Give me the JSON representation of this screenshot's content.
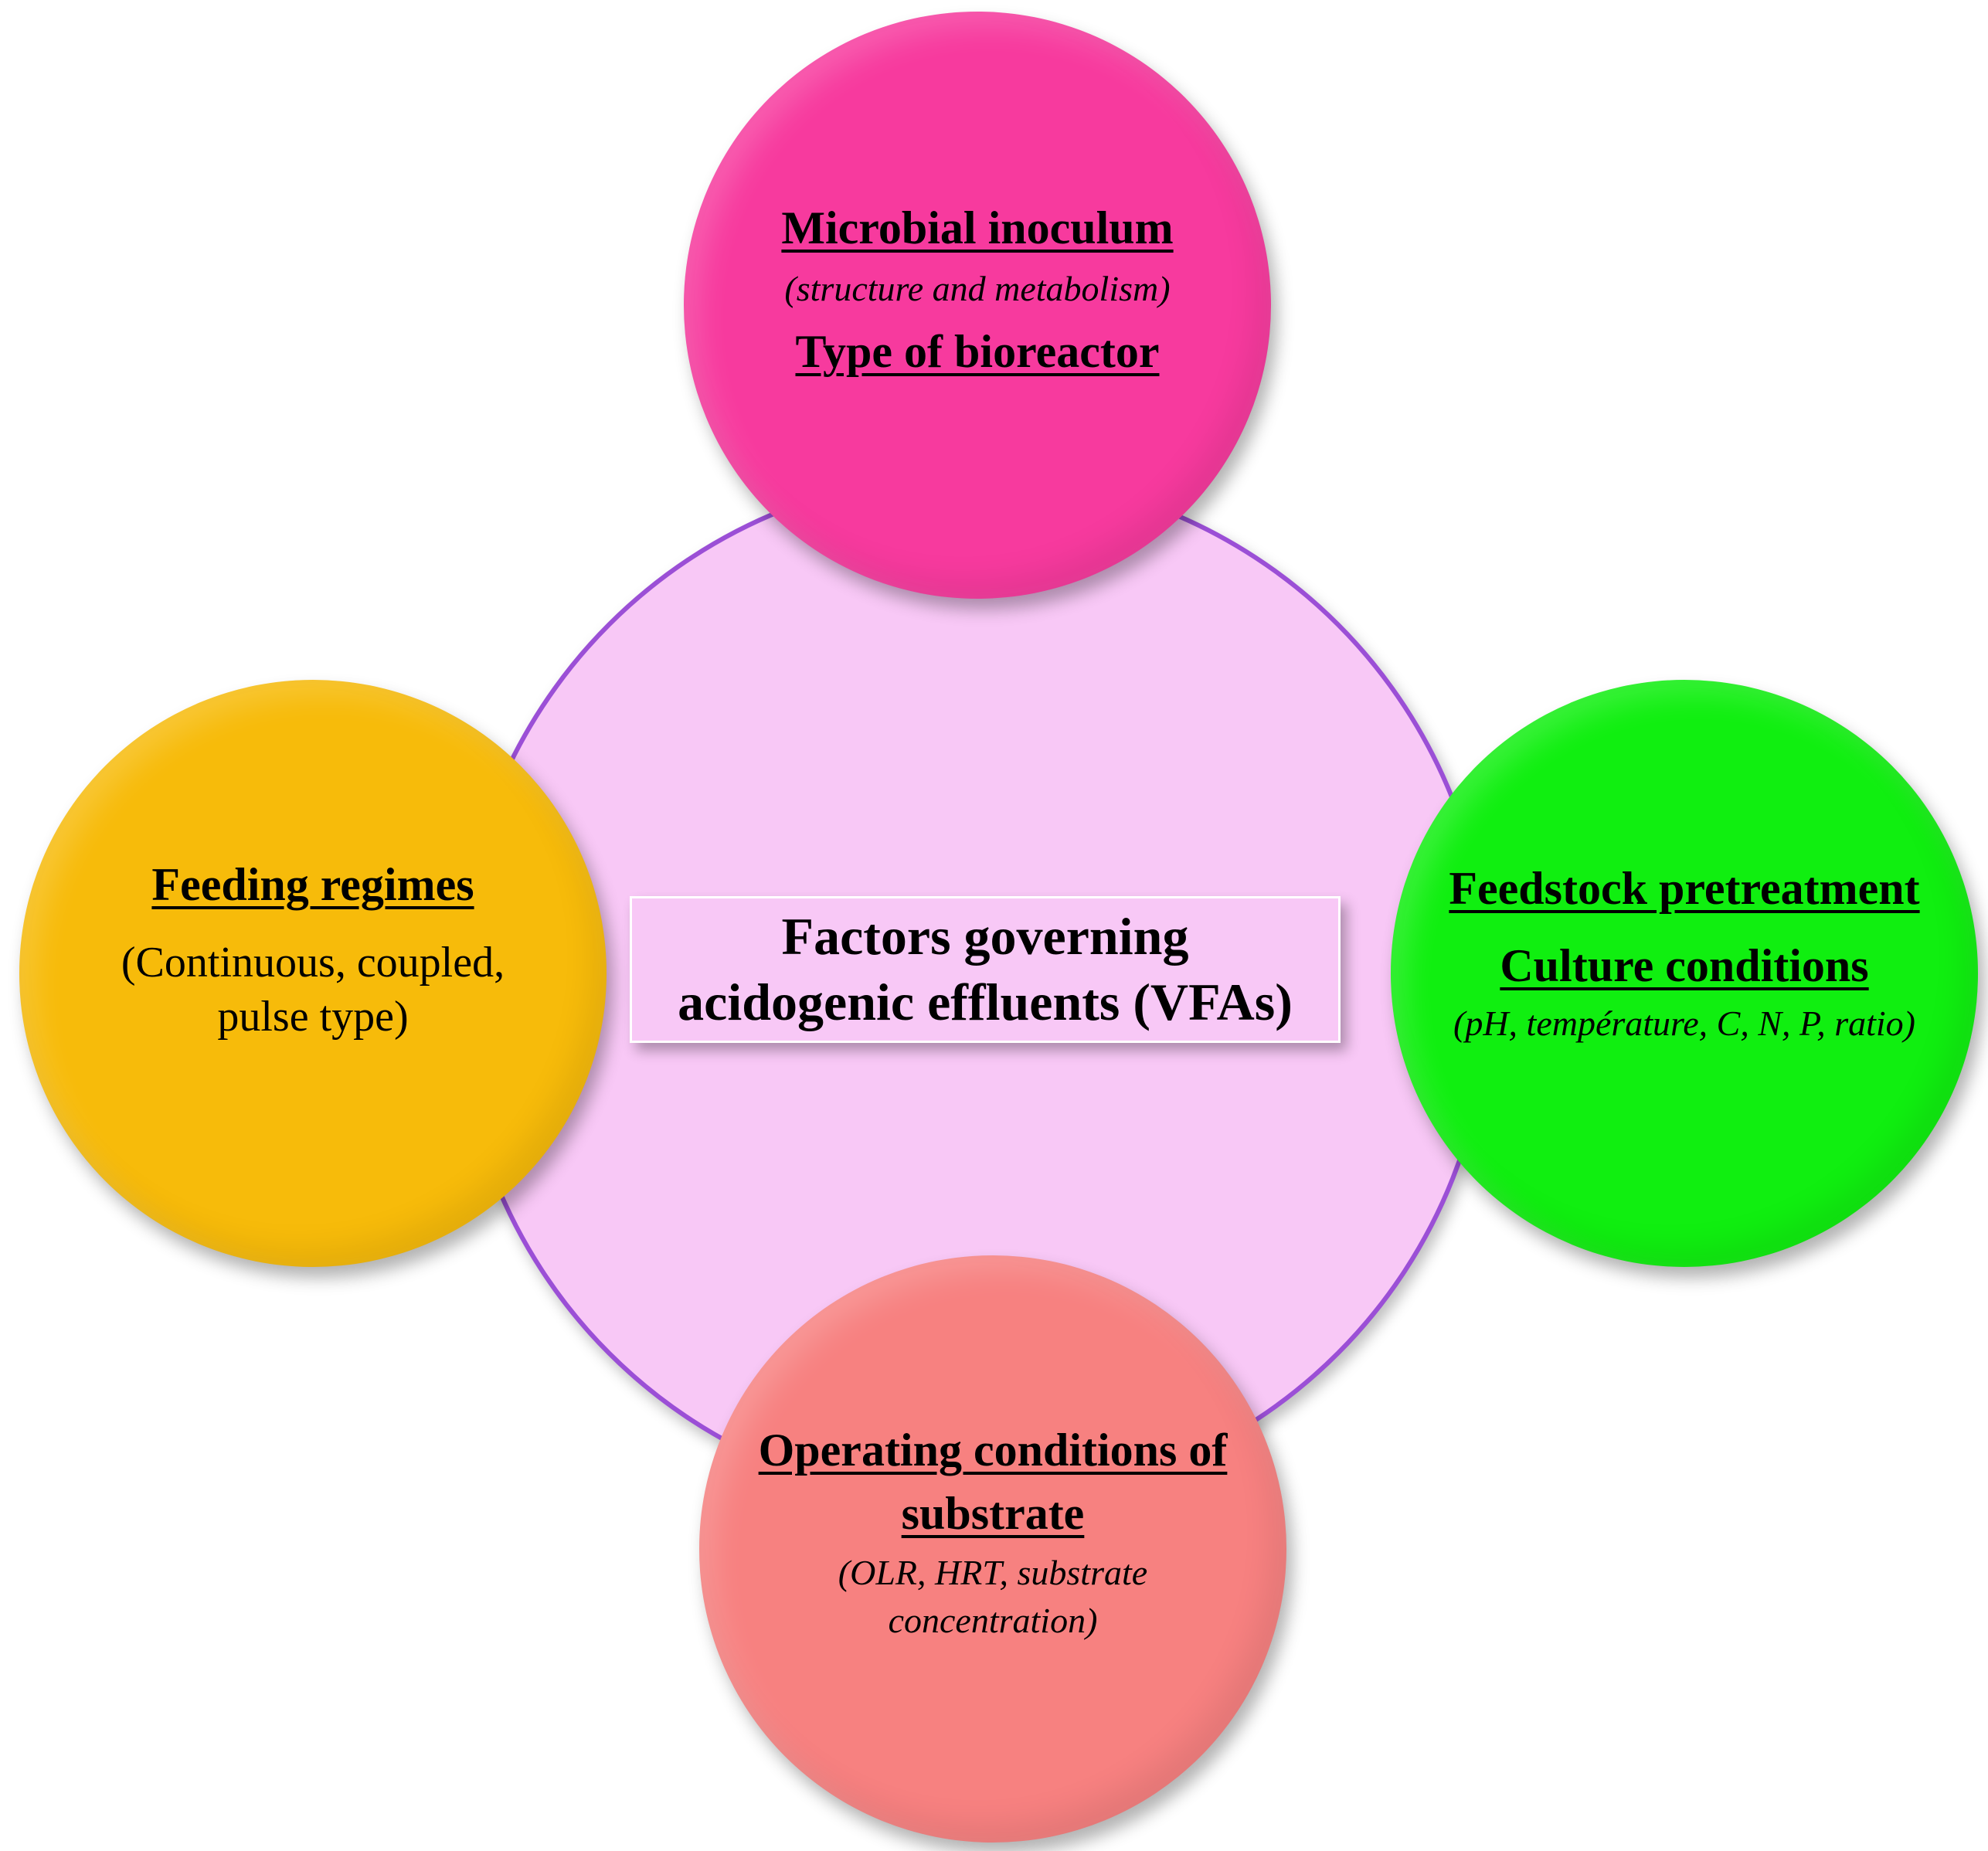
{
  "center": {
    "title_line1": "Factors governing",
    "title_line2": "acidogenic effluents (VFAs)"
  },
  "top": {
    "heading1": "Microbial inoculum",
    "detail": "(structure and  metabolism)",
    "heading2": "Type of bioreactor"
  },
  "left": {
    "heading": "Feeding regimes",
    "detail_line1": "(Continuous, coupled,",
    "detail_line2": "pulse type)"
  },
  "right": {
    "heading1": "Feedstock pretreatment",
    "heading2": "Culture conditions",
    "detail": "(pH, température, C, N, P, ratio)"
  },
  "bottom": {
    "heading_line1": "Operating conditions of",
    "heading_line2": "substrate",
    "detail_line1": "(OLR, HRT, substrate",
    "detail_line2": "concentration)"
  },
  "colors": {
    "big_circle": "#f8c8f6",
    "big_circle_border": "#9b4fd6",
    "top_circle": "#f73a9e",
    "left_circle": "#f7bb0a",
    "right_circle": "#10ef10",
    "bottom_circle": "#f78180"
  }
}
